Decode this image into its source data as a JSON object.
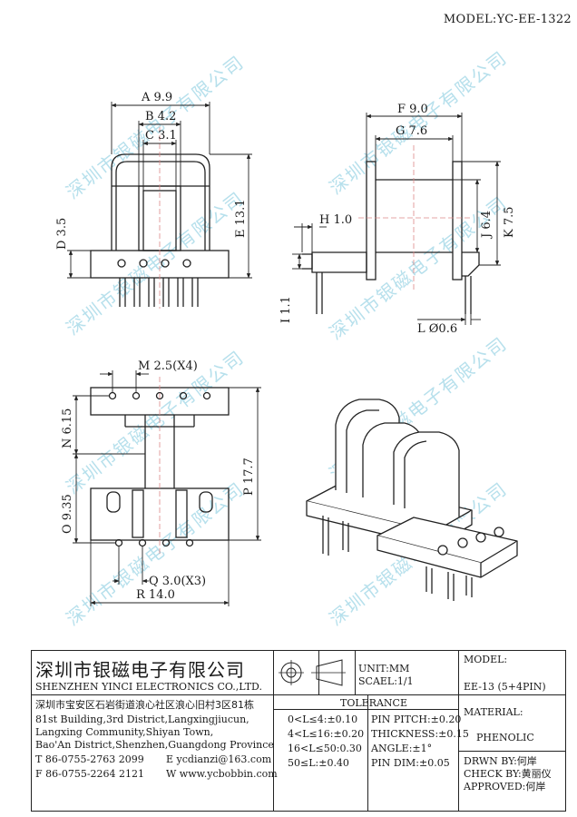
{
  "header": {
    "model": "MODEL:YC-EE-1322"
  },
  "watermark": "深圳市银磁电子有限公司",
  "dims": {
    "A": "A 9.9",
    "B": "B 4.2",
    "C": "C 3.1",
    "D": "D 3.5",
    "E": "E 13.1",
    "F": "F 9.0",
    "G": "G 7.6",
    "H": "H 1.0",
    "I": "I 1.1",
    "J": "J 6.4",
    "K": "K 7.5",
    "L": "L Ø0.6",
    "M": "M 2.5(X4)",
    "N": "N 6.15",
    "O": "O 9.35",
    "P": "P 17.7",
    "Q": "Q 3.0(X3)",
    "R": "R 14.0"
  },
  "titleblock": {
    "company_cn": "深圳市银磁电子有限公司",
    "company_en": "SHENZHEN YINCI ELECTRONICS CO.,LTD.",
    "unit": "UNIT:MM",
    "scale": "SCAEL:1/1",
    "model_label": "MODEL:",
    "model_value": "EE-13 (5+4PIN)",
    "address_cn": "深圳市宝安区石岩街道浪心社区浪心旧村3区81栋",
    "address_en": [
      "81st Building,3rd District,Langxingjiucun,",
      "Langxing Community,Shiyan Town,",
      "Bao'An District,Shenzhen,Guangdong Province"
    ],
    "tel": "T 86-0755-2763 2099",
    "email": "E ycdianzi@163.com",
    "fax": "F 86-0755-2264 2121",
    "web": "W www.ycbobbin.com",
    "tolerance_title": "TOLERANCE",
    "tolerances": [
      "0<L≤4:±0.10",
      "4<L≤16:±0.20",
      "16<L≤50:0.30",
      "50≤L:±0.40"
    ],
    "specs": [
      "PIN PITCH:±0.20",
      "THICKNESS:±0.15",
      "ANGLE:±1°",
      "PIN DIM:±0.05"
    ],
    "material_label": "MATERIAL:",
    "material_value": "PHENOLIC",
    "drawn_by": "DRWN BY:何岸",
    "check_by": "CHECK BY:黄丽仪",
    "approved": "APPROVED:何岸"
  }
}
